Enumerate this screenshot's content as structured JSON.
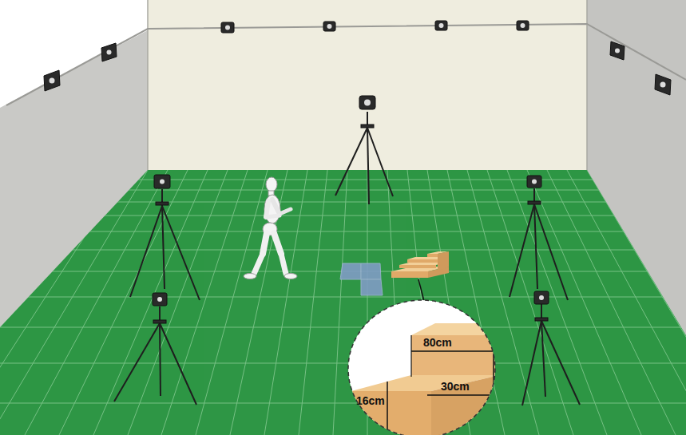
{
  "diagram": {
    "labels": [
      "80cm",
      "30cm",
      "16cm"
    ]
  }
}
